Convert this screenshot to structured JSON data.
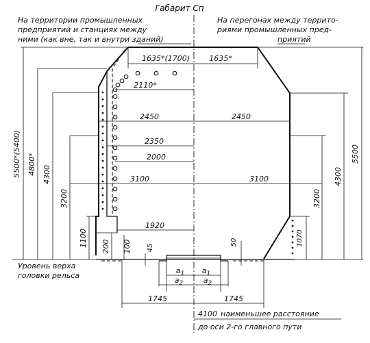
{
  "title": "Габарит Сп",
  "left_header": [
    "На территории промышленных",
    "предприятий и станциях между",
    "ними (как вне, так и внутри зданий)"
  ],
  "right_header": [
    "На перегонах между террито-",
    "риями промышленных пред-",
    "приятий"
  ],
  "dims": {
    "top_left": "1635*(1700)",
    "top_right": "1635*",
    "w2110": "2110*",
    "w2450_left": "2450",
    "w2450_right": "2450",
    "w2350": "2350",
    "w2000": "2000",
    "w3100_left": "3100",
    "w3100_right": "3100",
    "w1920": "1920",
    "h5500_left": "5500*(5400)",
    "h4800": "4800*",
    "h4300_left": "4300",
    "h3200_left": "3200",
    "h1100": "1100",
    "h200": "200",
    "h100": "100",
    "h45": "45",
    "h50": "50",
    "h1070": "1070",
    "h3200_right": "3200",
    "h4300_right": "4300",
    "h5500_right": "5500",
    "a1_left": "a",
    "a1_left_sub": "1",
    "a1_right": "a",
    "a1_right_sub": "1",
    "a2_left": "a",
    "a2_left_sub": "2",
    "a2_right": "a",
    "a2_right_sub": "2",
    "b1745_left": "1745",
    "b1745_right": "1745",
    "b4100": "4100"
  },
  "rail_level": [
    "Уровень верха",
    "головки рельса"
  ],
  "bottom_note": [
    "наименьшее расстояние",
    "до оси 2-го главного пути"
  ]
}
